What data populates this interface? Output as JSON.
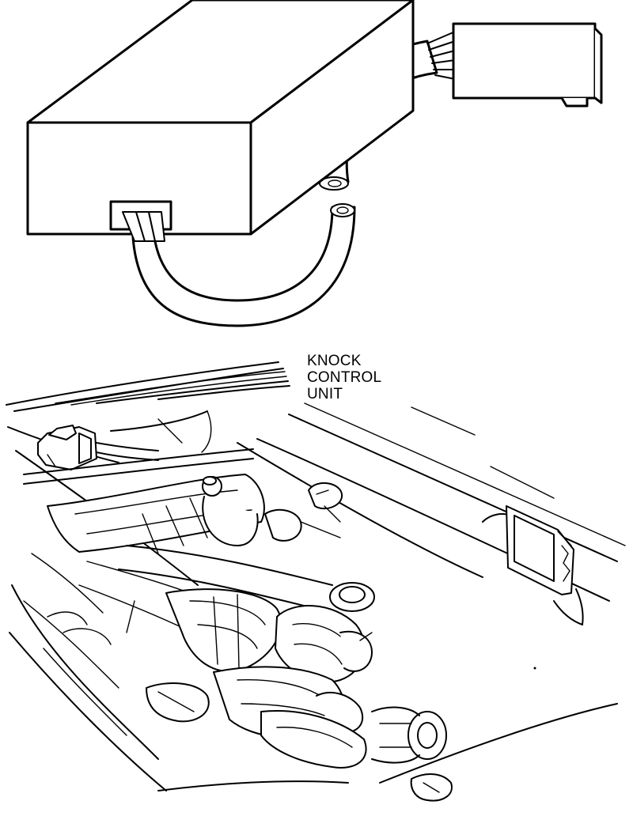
{
  "callout": {
    "lines": [
      "KNOCK",
      "CONTROL",
      "UNIT"
    ]
  },
  "colors": {
    "ink": "#000000",
    "paper": "#ffffff"
  }
}
